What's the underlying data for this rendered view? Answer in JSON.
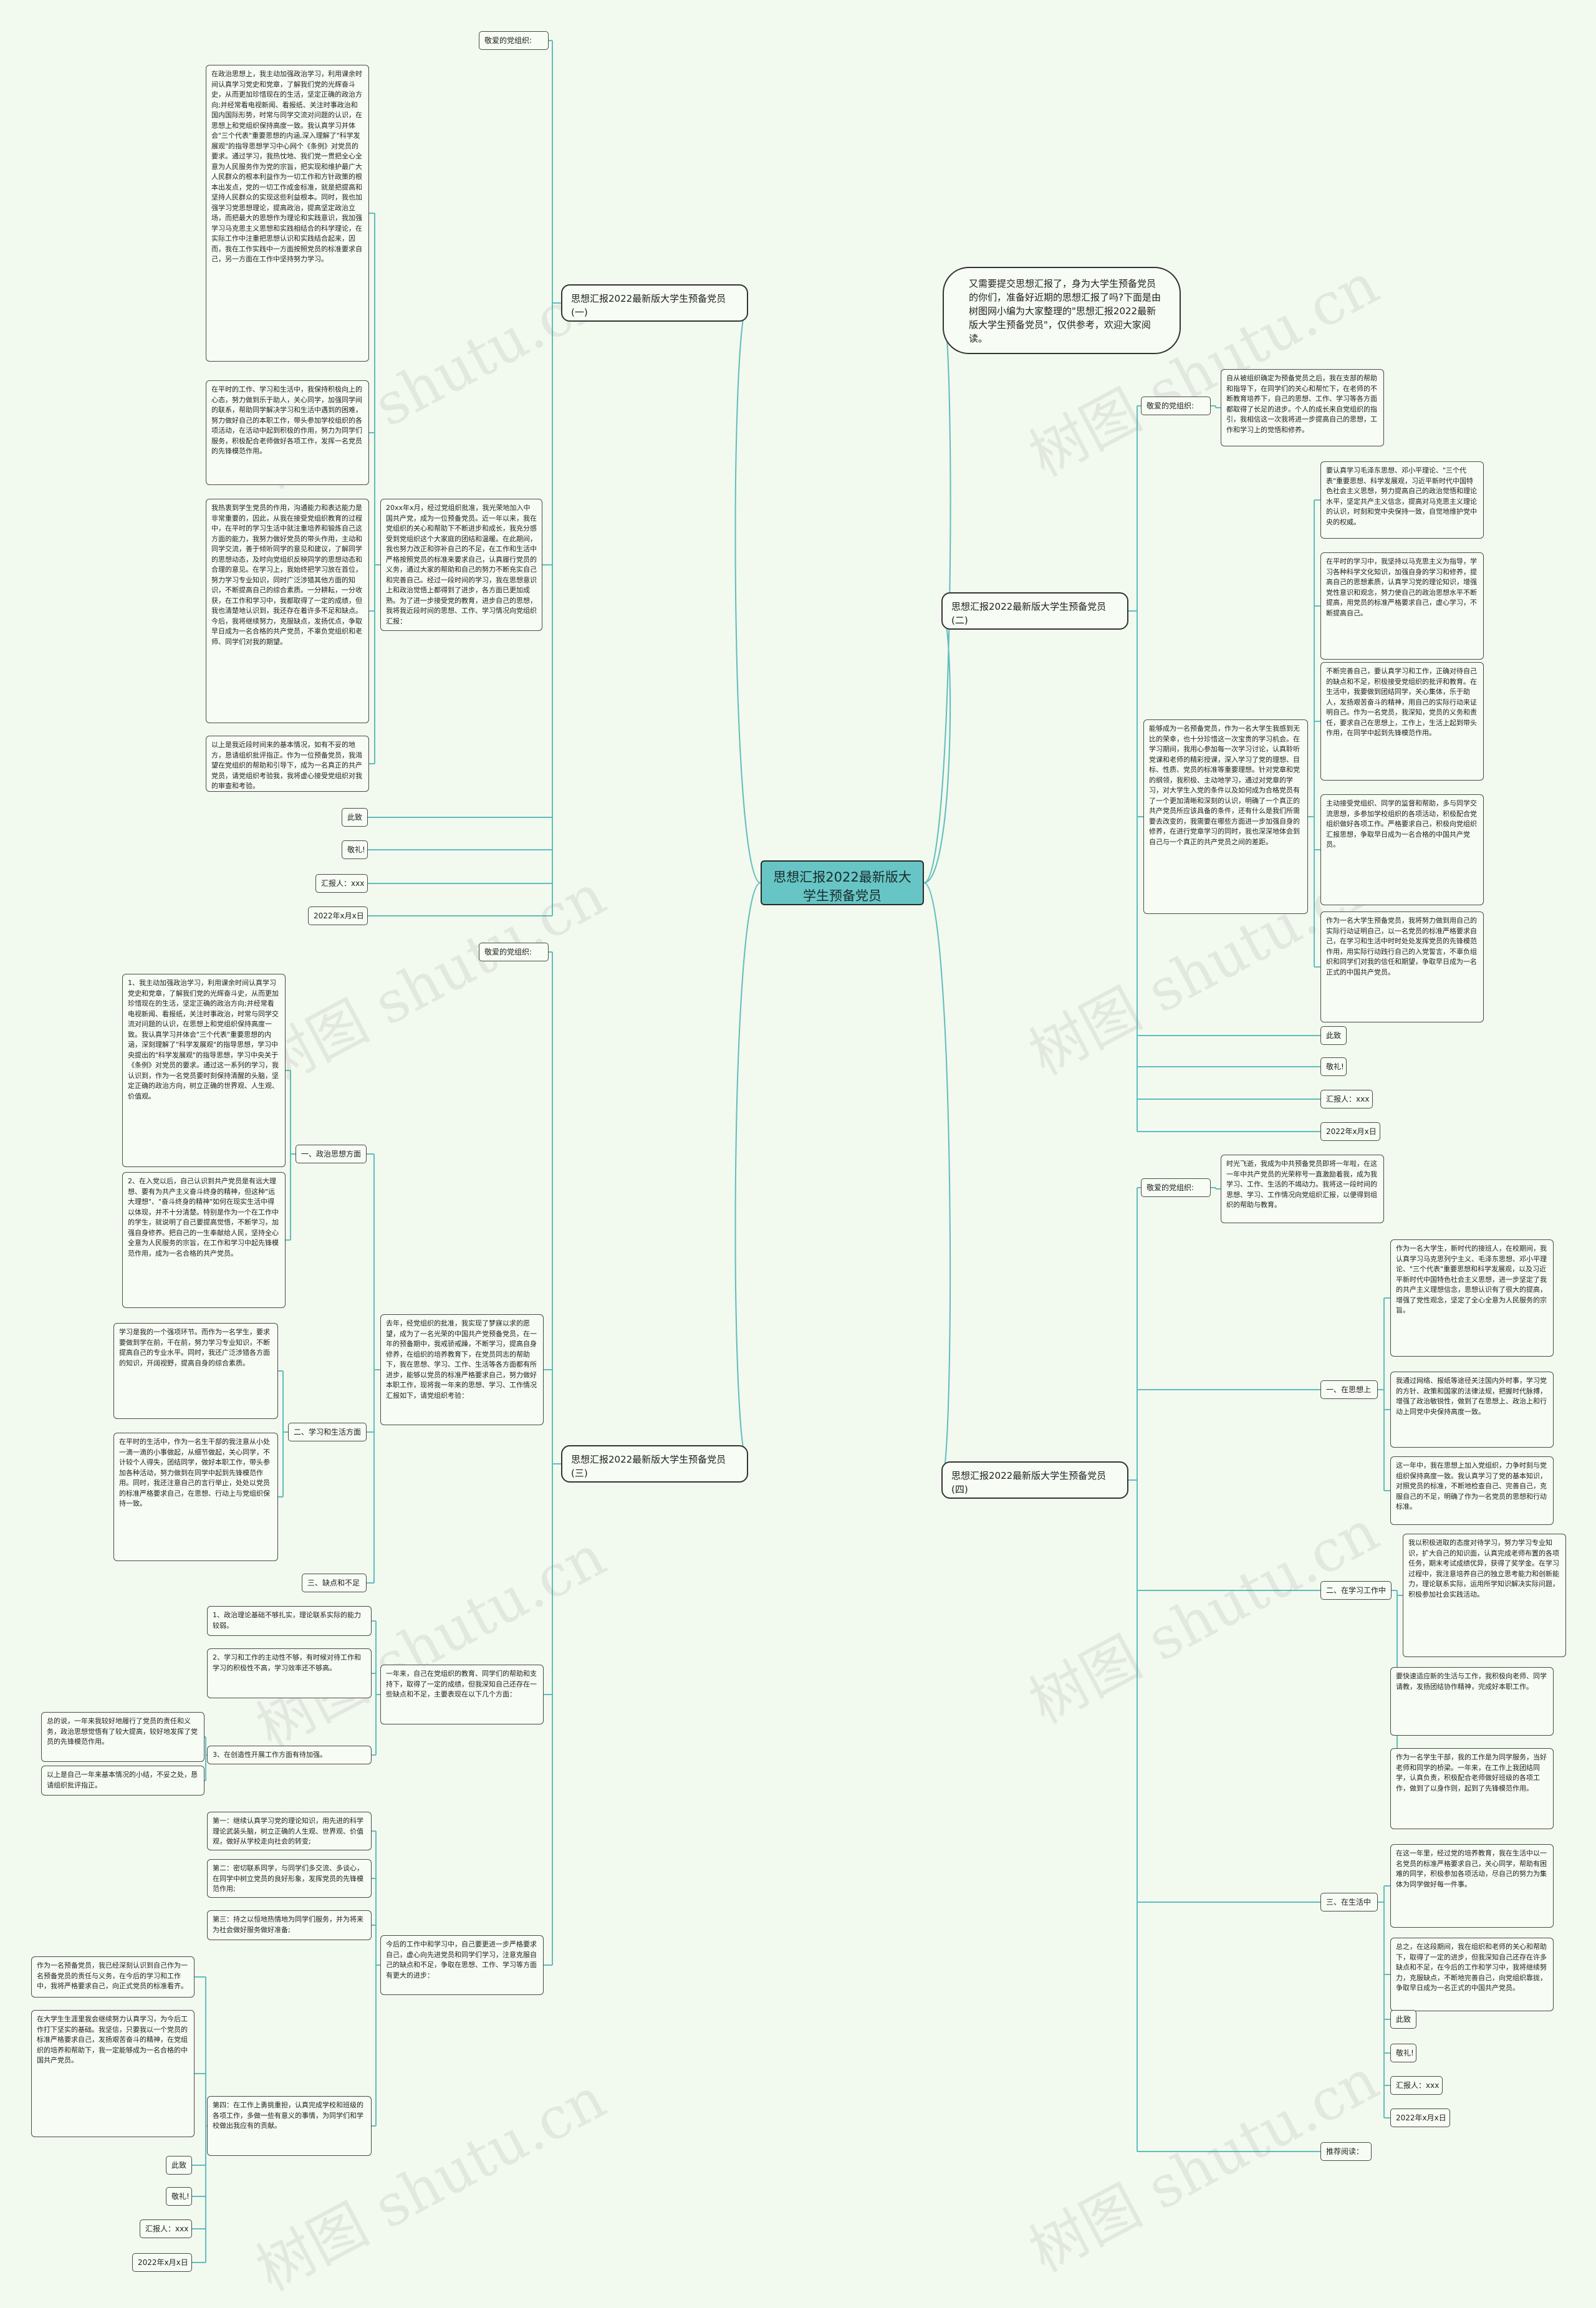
{
  "root": {
    "title": "思想汇报2022最新版大学生预备党员"
  },
  "intro": {
    "text": "又需要提交思想汇报了，身为大学生预备党员的你们，准备好近期的思想汇报了吗?下面是由树图网小编为大家整理的\"思想汇报2022最新版大学生预备党员\"，仅供参考，欢迎大家阅读。"
  },
  "watermark": "树图 shutu.cn",
  "b1": {
    "title": "思想汇报2022最新版大学生预备党员(一)",
    "greet": "敬爱的党组织:",
    "summary": "20xx年x月，经过党组织批准，我光荣地加入中国共产党，成为一位预备党员。近一年以来，我在党组织的关心和帮助下不断进步和成长，我充分感受到党组织这个大家庭的团结和温暖。在此期间，我也努力改正和弥补自己的不足，在工作和生活中严格按照党员的标准来要求自己，认真履行党员的义务，通过大家的帮助和自己的努力不断充实自己和完善自己。经过一段时间的学习，我在思想意识上和政治觉悟上都得到了进步，各方面已更加成熟。为了进一步接受党的教育，进步自己的思想，我将我近段时间的思想、工作、学习情况向党组织汇报：",
    "p1": "在政治思想上，我主动加强政治学习，利用课余时间认真学习党史和党章，了解我们党的光辉奋斗史，从而更加珍惜现在的生活，坚定正确的政治方向;并经常看电视新闻、看报纸、关注时事政治和国内国际形势，时常与同学交流对问题的认识，在思想上和党组织保持高度一致。我认真学习并体会\"三个代表\"重要思想的内涵,深入理解了\"科学发展观\"的指导思想学习中心网个《条例》对党员的要求。通过学习，我热忱地、我们党一贯把全心全意为人民服务作为党的宗旨，把实现和维护最广大人民群众的根本利益作为一切工作和方针政策的根本出发点，党的一切工作成金标准，就是把提高和坚持人民群众的实现这些利益根本。同时，我也加强学习党思想理论，提高政治，提高坚定政治立场，而把最大的思想作为理论和实践意识，我加强学习马克思主义思想和实践相结合的科学理论，在实际工作中注重把思想认识和实践结合起来，因而，我在工作实践中一方面按照党员的标准要求自己，另一方面在工作中坚持努力学习。",
    "p2": "在平时的工作、学习和生活中，我保持积极向上的心态，努力做到乐于助人，关心同学，加强同学间的联系，帮助同学解决学习和生活中遇到的困难，努力做好自己的本职工作，带头参加学校组织的各项活动，在活动中起到积极的作用，努力为同学们服务，积极配合老师做好各项工作，发挥一名党员的先锋模范作用。",
    "p3": "我热衷到学生党员的作用，沟通能力和表达能力是非常重要的，因此，从我在接受党组织教育的过程中，在平时的学习生活中就注重培养和锻炼自己这方面的能力，我努力做好党员的带头作用，主动和同学交流，善于倾听同学的意见和建议，了解同学的思想动态，及时向党组织反映同学的思想动态和合理的意见。在学习上，我始终把学习放在首位，努力学习专业知识，同时广泛涉猎其他方面的知识，不断提高自己的综合素质。一分耕耘，一分收获，在工作和学习中，我都取得了一定的成绩，但我也清楚地认识到，我还存在着许多不足和缺点。今后，我将继续努力，克服缺点，发扬优点，争取早日成为一名合格的共产党员，不辜负党组织和老师、同学们对我的期望。",
    "p4": "以上是我近段时间来的基本情况，如有不妥的地方，恳请组织批评指正。作为一位预备党员，我渴望在党组织的帮助和引导下，成为一名真正的共产党员，请党组织考验我，我将虚心接受党组织对我的审查和考验。",
    "close1": "此致",
    "close2": "敬礼!",
    "signer": "汇报人：xxx",
    "date": "2022年x月x日"
  },
  "b2": {
    "title": "思想汇报2022最新版大学生预备党员(二)",
    "greet": "敬爱的党组织:",
    "p1": "自从被组织确定为预备党员之后，我在支部的帮助和指导下，在同学们的关心和帮忙下，在老师的不断教育培养下，自己的思想、工作、学习等各方面都取得了长足的进步。个人的成长来自党组织的指引，我相信这一次我将进一步提高自己的思想，工作和学习上的觉悟和修养。",
    "intro": "能够成为一名预备党员，作为一名大学生我感到无比的荣幸，也十分珍惜这一次宝贵的学习机会。在学习期间，我用心参加每一次学习讨论，认真聆听党课和老师的精彩授课，深入学习了党的理想、目标、性质、党员的标准等重要理想。针对党章和党的纲领，我积极、主动地学习，通过对党章的学习，对大学生入党的条件以及如何成为合格党员有了一个更加清晰和深刻的认识，明确了一个真正的共产党员所应该具备的条件，还有什么是我们所需要去改变的，我需要在哪些方面进一步加强自身的修养，在进行党章学习的同时，我也深深地体会到自己与一个真正的共产党员之间的差距。",
    "p2": "要认真学习毛泽东思想、邓小平理论、\"三个代表\"重要思想、科学发展观，习近平新时代中国特色社会主义思想，努力提高自己的政治觉悟和理论水平，坚定共产主义信念，提高对马克思主义理论的认识，时刻和党中央保持一致，自觉地维护党中央的权威。",
    "p3": "在平时的学习中，我坚持以马克思主义为指导，学习各种科学文化知识，加强自身的学习和修养，提高自己的思想素质，认真学习党的理论知识，增强党性意识和观念，努力使自己的政治思想水平不断提高，用党员的标准严格要求自己，虚心学习，不断提高自己。",
    "p4": "不断完善自己，要认真学习和工作，正确对待自己的缺点和不足，积极接受党组织的批评和教育。在生活中，我要做到团结同学，关心集体，乐于助人，发扬艰苦奋斗的精神，用自己的实际行动来证明自己。作为一名党员，我深知，党员的义务和责任，要求自己在思想上，工作上，生活上起到带头作用，在同学中起到先锋模范作用。",
    "p5": "主动接受党组织、同学的监督和帮助，多与同学交流思想，多参加学校组织的各项活动，积极配合党组织做好各项工作。严格要求自己，积极向党组织汇报思想，争取早日成为一名合格的中国共产党员。",
    "p6": "作为一名大学生预备党员，我将努力做到用自己的实际行动证明自己，以一名党员的标准严格要求自己，在学习和生活中时时处处发挥党员的先锋模范作用，用实际行动践行自己的入党誓言，不辜负组织和同学们对我的信任和期望，争取早日成为一名正式的中国共产党员。",
    "close1": "此致",
    "close2": "敬礼!",
    "signer": "汇报人：xxx",
    "date": "2022年x月x日"
  },
  "b3": {
    "title": "思想汇报2022最新版大学生预备党员(三)",
    "greet": "敬爱的党组织:",
    "summary": "去年，经党组织的批准，我实现了梦寐以求的愿望，成为了一名光荣的中国共产党预备党员，在一年的预备期中，我戒骄戒躁，不断学习，提高自身修养，在组织的培养教育下，在党员同志的帮助下，我在思想、学习、工作、生活等各方面都有所进步，能够以党员的标准严格要求自己，努力做好本职工作，现将我一年来的思想、学习、工作情况汇报如下，请党组织考验：",
    "s1": "一、政治思想方面",
    "s1a": "1、我主动加强政治学习，利用课余时间认真学习党史和党章，了解我们党的光辉奋斗史，从而更加珍惜现在的生活，坚定正确的政治方向;并经常看电视新闻、看报纸，关注时事政治，时常与同学交流对问题的认识，在思想上和党组织保持高度一致。我认真学习并体会\"三个代表\"重要思想的内涵，深刻理解了\"科学发展观\"的指导思想，学习中央提出的\"科学发展观\"的指导思想，学习中央关于《条例》对党员的要求。通过这一系列的学习，我认识到，作为一名党员要时刻保持清醒的头脑，坚定正确的政治方向，树立正确的世界观、人生观、价值观。",
    "s1b": "2、在入党以后，自己认识到共产党员是有远大理想、要有为共产主义奋斗终身的精神，但这种\"远大理想\"、\"奋斗终身的精神\"如何在现实生活中得以体现，并不十分清楚。特别是作为一个在工作中的学生，就说明了自己要提高觉悟，不断学习，加强自身修养。把自己的一生奉献给人民，坚持全心全意为人民服务的宗旨，在工作和学习中起先锋模范作用，成为一名合格的共产党员。",
    "s2": "二、学习和生活方面",
    "s2a": "学习是我的一个强项环节。而作为一名学生，要求要做到学在前，干在前，努力学习专业知识，不断提高自己的专业水平。同时，我还广泛涉猎各方面的知识，开阔视野，提高自身的综合素质。",
    "s2b": "在平时的生活中，作为一名生干部的我注意从小处一滴一滴的小事做起，从细节做起，关心同学，不计较个人得失，团结同学，做好本职工作，带头参加各种活动，努力做到在同学中起到先锋模范作用。同时，我还注意自己的言行举止，处处以党员的标准严格要求自己，在思想、行动上与党组织保持一致。",
    "s3": "三、缺点和不足",
    "s3a": "1、政治理论基础不够扎实，理论联系实际的能力较弱。",
    "s3b": "2、学习和工作的主动性不够，有时候对待工作和学习的积极性不高，学习效率还不够高。",
    "s3c": "3、在创造性开展工作方面有待加强。",
    "s3note": "一年来，自己在党组织的教育、同学们的帮助和支持下，取得了一定的成绩，但我深知自己还存在一些缺点和不足，主要表现在以下几个方面：",
    "s3x": "总的说，一年来我较好地履行了党员的责任和义务，政治思想觉悟有了较大提高，较好地发挥了党员的先锋模范作用。",
    "s3y": "以上是自己一年来基本情况的小结，不妥之处，恳请组织批评指正。",
    "p1": "第一：继续认真学习党的理论知识，用先进的科学理论武装头脑，树立正确的人生观、世界观、价值观，做好从学校走向社会的转变;",
    "p2": "第二：密切联系同学，与同学们多交流、多谈心，在同学中树立党员的良好形象，发挥党员的先锋模范作用;",
    "p3": "第三：持之以恒地热情地为同学们服务，并为将来为社会做好服务做好准备;",
    "p4": "第四：在工作上勇挑重担，认真完成学校和班级的各项工作，多做一些有意义的事情，为同学们和学校做出我应有的贡献。",
    "p4note": "今后的工作中和学习中，自己要更进一步严格要求自己，虚心向先进党员和同学们学习，注意克服自己的缺点和不足，争取在思想、工作、学习等方面有更大的进步：",
    "p5": "作为一名预备党员，我已经深刻认识到自己作为一名预备党员的责任与义务，在今后的学习和工作中，我将严格要求自己，向正式党员的标准看齐。",
    "p6": "在大学生生涯里我会继续努力认真学习，为今后工作打下坚实的基础。我坚信，只要我以一个党员的标准严格要求自己，发扬艰苦奋斗的精神，在党组织的培养和帮助下，我一定能够成为一名合格的中国共产党员。",
    "close1": "此致",
    "close2": "敬礼!",
    "signer": "汇报人：xxx",
    "date": "2022年x月x日"
  },
  "b4": {
    "title": "思想汇报2022最新版大学生预备党员(四)",
    "greet": "敬爱的党组织:",
    "intro": "时光飞逝，我成为中共预备党员即将一年啦，在这一年中共产党员的光荣称号一直激励着我，成为我学习、工作、生活的不竭动力。我将这一段时间的思想、学习、工作情况向党组织汇报，以便得到组织的帮助与教育。",
    "s1": "一、在思想上",
    "s1a": "作为一名大学生，新时代的接班人，在校期间，我认真学习马克思列宁主义、毛泽东思想、邓小平理论、\"三个代表\"重要思想和科学发展观，以及习近平新时代中国特色社会主义思想，进一步坚定了我的共产主义理想信念，思想认识有了很大的提高，增强了党性观念，坚定了全心全意为人民服务的宗旨。",
    "s1b": "我通过网络、报纸等途径关注国内外时事，学习党的方针、政策和国家的法律法规，把握时代脉搏，增强了政治敏锐性，做到了在思想上、政治上和行动上同党中央保持高度一致。",
    "s1c": "这一年中，我在思想上加入党组织，力争时刻与党组织保持高度一致。我认真学习了党的基本知识，对照党员的标准，不断地检查自己、完善自己，克服自己的不足，明确了作为一名党员的思想和行动标准。",
    "s2": "二、在学习工作中",
    "s2a": "我以积极进取的态度对待学习，努力学习专业知识，扩大自己的知识面，认真完成老师布置的各项任务，期末考试成绩优异，获得了奖学金。在学习过程中，我注意培养自己的独立思考能力和创新能力，理论联系实际，运用所学知识解决实际问题，积极参加社会实践活动。",
    "s2b": "要快速适应新的生活与工作，我积极向老师、同学请教，发扬团结协作精神，完成好本职工作。",
    "s2c": "作为一名学生干部，我的工作是为同学服务，当好老师和同学的桥梁。一年来，在工作上我团结同学，认真负责，积极配合老师做好班级的各项工作，做到了以身作则，起到了先锋模范作用。",
    "s3": "三、在生活中",
    "s3a": "在这一年里，经过党的培养教育，我在生活中以一名党员的标准严格要求自己，关心同学，帮助有困难的同学，积极参加各项活动，尽自己的努力为集体为同学做好每一件事。",
    "s3b": "总之，在这段期间，我在组织和老师的关心和帮助下，取得了一定的进步，但我深知自己还存在许多缺点和不足，在今后的工作和学习中，我将继续努力，克服缺点，不断地完善自己，向党组织靠拢，争取早日成为一名正式的中国共产党员。",
    "close1": "此致",
    "close2": "敬礼!",
    "signer": "汇报人：xxx",
    "date": "2022年x月x日",
    "recommend": "推荐阅读："
  },
  "colors": {
    "line": "#5fbdbd",
    "root": "#67c5c5",
    "border": "#4a4a4a",
    "bg": "#f2f9ee"
  }
}
